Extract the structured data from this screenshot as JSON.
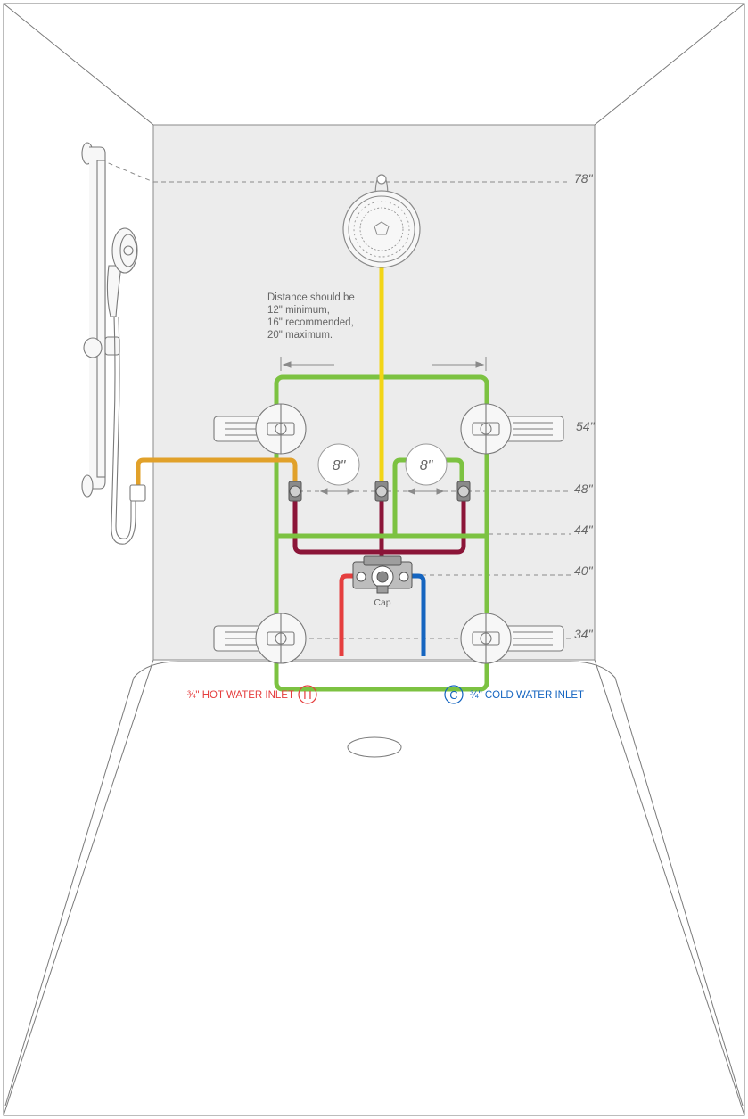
{
  "heights": {
    "showerhead": "78\"",
    "upper_body_sprays": "54\"",
    "volume_controls": "48\"",
    "bypass_loop": "44\"",
    "valve": "40\"",
    "lower_body_sprays": "34\""
  },
  "spacing": {
    "left_gap": "8\"",
    "right_gap": "8\""
  },
  "note": {
    "line1": "Distance should be",
    "line2": "12\" minimum,",
    "line3": "16\" recommended,",
    "line4": "20\" maximum."
  },
  "valve": {
    "cap_label": "Cap"
  },
  "inlets": {
    "hot_label": "¾\" HOT WATER INLET",
    "hot_symbol": "H",
    "cold_label": "¾\" COLD WATER INLET",
    "cold_symbol": "C"
  },
  "colors": {
    "hot": "#e53e3e",
    "cold": "#1565c0",
    "green": "#7cc241",
    "yellow": "#f2d516",
    "orange": "#e1a12a",
    "maroon": "#8b1538",
    "wall": "#ededed",
    "line": "#7a7a7a"
  }
}
